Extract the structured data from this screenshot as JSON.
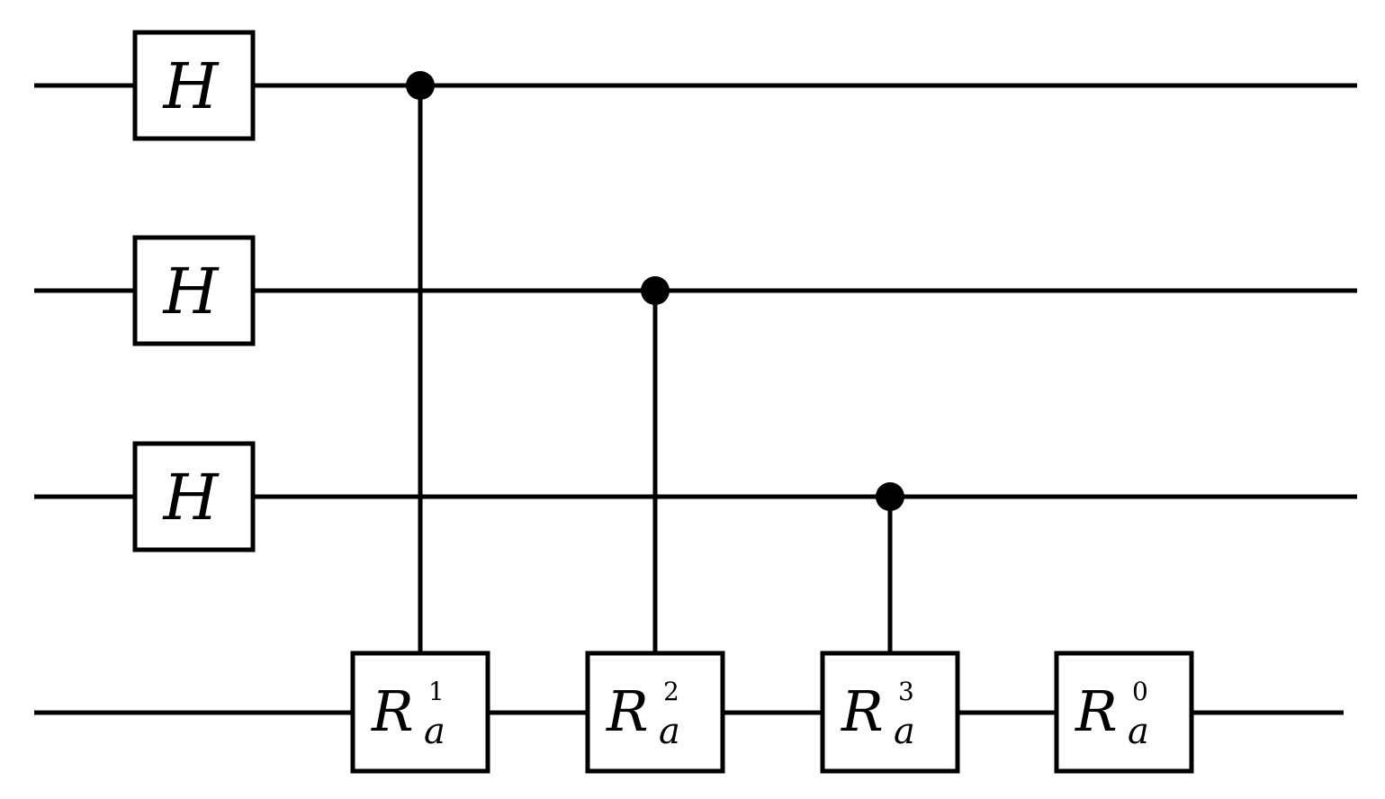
{
  "qubit_count": 3,
  "hadamard_gates": [
    {
      "qubit": 1,
      "label": "H"
    },
    {
      "qubit": 2,
      "label": "H"
    },
    {
      "qubit": 3,
      "label": "H"
    }
  ],
  "rotation_gates": [
    {
      "base": "R",
      "subscript": "a",
      "superscript": "1",
      "control_qubit": 1
    },
    {
      "base": "R",
      "subscript": "a",
      "superscript": "2",
      "control_qubit": 2
    },
    {
      "base": "R",
      "subscript": "a",
      "superscript": "3",
      "control_qubit": 3
    },
    {
      "base": "R",
      "subscript": "a",
      "superscript": "0",
      "control_qubit": null
    }
  ],
  "colors": {
    "line": "#000000",
    "background": "#ffffff"
  }
}
